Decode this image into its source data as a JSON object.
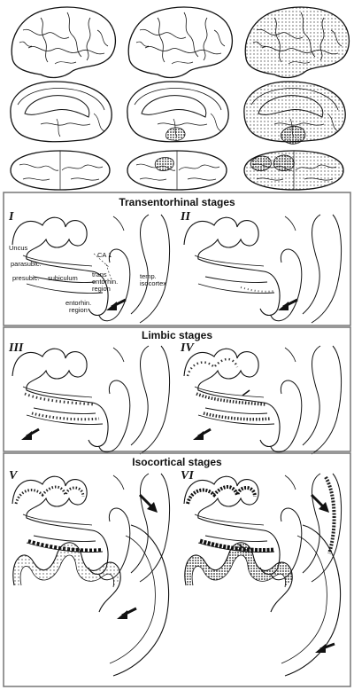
{
  "transentorhinal": {
    "title": "Transentorhinal stages",
    "panels": [
      "I",
      "II"
    ],
    "labels": {
      "uncus": "Uncus",
      "ca1": "CA 1",
      "parasubic": "parasubic.",
      "presubic": "presubic.",
      "subiculum": "subiculum",
      "trans1": "trans",
      "trans2": "entorhin.",
      "trans3": "region",
      "temp1": "temp.",
      "temp2": "isocortex",
      "ent1": "entorhin.",
      "ent2": "region"
    }
  },
  "limbic": {
    "title": "Limbic stages",
    "panels": [
      "III",
      "IV"
    ]
  },
  "isocortical": {
    "title": "Isocortical stages",
    "panels": [
      "V",
      "VI"
    ]
  },
  "colors": {
    "ink": "#111111",
    "frame": "#777777",
    "paper": "#ffffff",
    "stipple": "#888888"
  }
}
